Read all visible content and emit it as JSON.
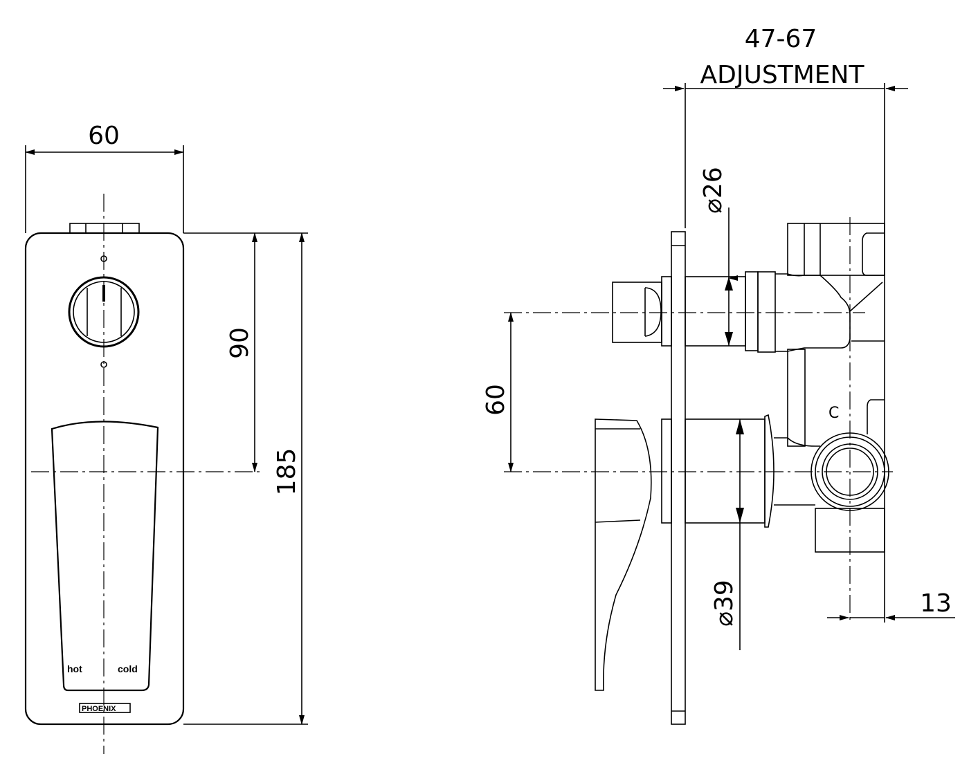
{
  "front_view": {
    "width_dim": "60",
    "lever_to_knob_dim": "90",
    "height_dim": "185",
    "label_hot": "hot",
    "label_cold": "cold",
    "brand": "PHOENIX"
  },
  "side_view": {
    "adjustment_range": "47-67",
    "adjustment_label": "ADJUSTMENT",
    "centre_spacing_dim": "60",
    "diverter_diameter_dim": "⌀26",
    "mixer_diameter_dim": "⌀39",
    "offset_dim": "13",
    "cold_marker": "C"
  }
}
